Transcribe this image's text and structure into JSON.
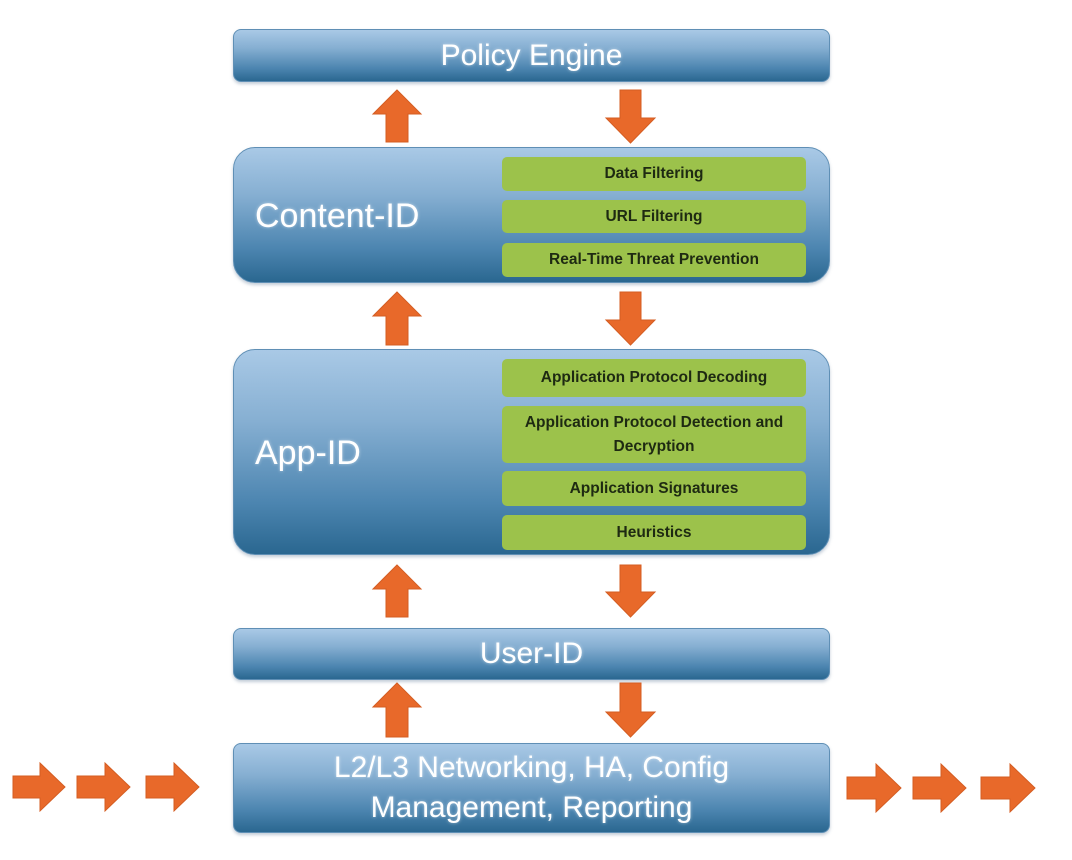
{
  "diagram": {
    "layers": {
      "policy_engine": {
        "label": "Policy Engine"
      },
      "content_id": {
        "label": "Content-ID",
        "components": [
          "Data Filtering",
          "URL Filtering",
          "Real-Time Threat Prevention"
        ]
      },
      "app_id": {
        "label": "App-ID",
        "components": [
          "Application Protocol Decoding",
          "Application Protocol Detection and Decryption",
          "Application Signatures",
          "Heuristics"
        ]
      },
      "user_id": {
        "label": "User-ID"
      },
      "networking": {
        "label_line1": "L2/L3 Networking, HA, Config",
        "label_line2": "Management, Reporting"
      }
    },
    "colors": {
      "layer_top": "#a9c9e6",
      "layer_bottom": "#2a6790",
      "component_green": "#9cc24b",
      "arrow_orange": "#e8692a"
    },
    "arrows": {
      "vertical_pairs": [
        {
          "between": [
            "Content-ID",
            "Policy Engine"
          ],
          "up": true,
          "down": true
        },
        {
          "between": [
            "App-ID",
            "Content-ID"
          ],
          "up": true,
          "down": true
        },
        {
          "between": [
            "User-ID",
            "App-ID"
          ],
          "up": true,
          "down": true
        },
        {
          "between": [
            "L2/L3 Networking",
            "User-ID"
          ],
          "up": true,
          "down": true
        }
      ],
      "inbound_count": 3,
      "outbound_count": 3
    }
  }
}
